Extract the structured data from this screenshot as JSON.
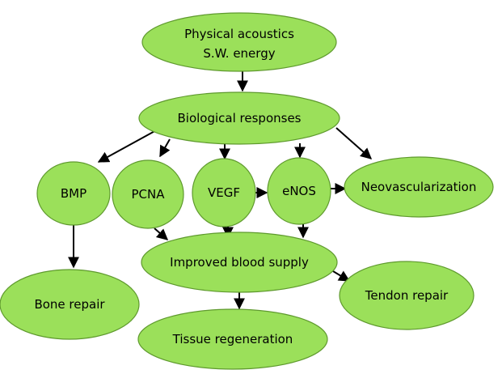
{
  "diagram": {
    "nodes": {
      "physical_line1": "Physical acoustics",
      "physical_line2": "S.W. energy",
      "biological": "Biological responses",
      "bmp": "BMP",
      "pcna": "PCNA",
      "vegf": "VEGF",
      "enos": "eNOS",
      "neovascularization": "Neovascularization",
      "blood_supply": "Improved blood supply",
      "bone_repair": "Bone repair",
      "tendon_repair": "Tendon repair",
      "tissue_regeneration": "Tissue regeneration"
    },
    "edges": [
      [
        "Physical acoustics S.W. energy",
        "Biological responses"
      ],
      [
        "Biological responses",
        "BMP"
      ],
      [
        "Biological responses",
        "PCNA"
      ],
      [
        "Biological responses",
        "VEGF"
      ],
      [
        "Biological responses",
        "eNOS"
      ],
      [
        "Biological responses",
        "Neovascularization"
      ],
      [
        "VEGF",
        "eNOS"
      ],
      [
        "eNOS",
        "Neovascularization"
      ],
      [
        "PCNA",
        "Improved blood supply"
      ],
      [
        "VEGF",
        "Improved blood supply"
      ],
      [
        "eNOS",
        "Improved blood supply"
      ],
      [
        "BMP",
        "Bone repair"
      ],
      [
        "Improved blood supply",
        "Tendon repair"
      ],
      [
        "Improved blood supply",
        "Tissue regeneration"
      ]
    ],
    "colors": {
      "node_fill": "#9be05a",
      "node_stroke": "#5f9a2e",
      "arrow": "#000000"
    }
  }
}
